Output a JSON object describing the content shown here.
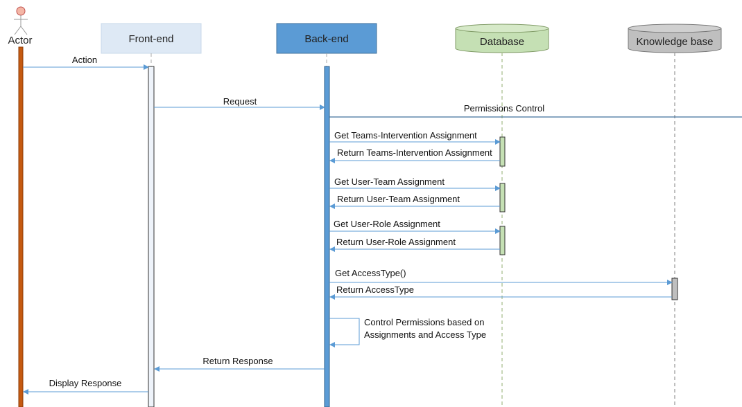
{
  "participants": {
    "actor": "Actor",
    "frontend": "Front-end",
    "backend": "Back-end",
    "database": "Database",
    "kb": "Knowledge base"
  },
  "fragment": {
    "label": "Permissions Control"
  },
  "messages": {
    "action": "Action",
    "request": "Request",
    "get_teams": "Get Teams-Intervention Assignment",
    "return_teams": "Return Teams-Intervention Assignment",
    "get_user_team": "Get User-Team Assignment",
    "return_user_team": "Return User-Team Assignment",
    "get_user_role": "Get User-Role Assignment",
    "return_user_role": "Return User-Role Assignment",
    "get_access": "Get AccessType()",
    "return_access": "Return AccessType",
    "self_line1": "Control Permissions based on",
    "self_line2": "Assignments and Access Type",
    "return_response": "Return Response",
    "display_response": "Display Response"
  },
  "colors": {
    "actor_bar": "#c55a11",
    "frontend_fill": "#dee9f5",
    "backend_fill": "#5b9bd5",
    "database_fill": "#c5e0b4",
    "kb_fill": "#bfbfbf",
    "arrow": "#5b9bd5"
  }
}
